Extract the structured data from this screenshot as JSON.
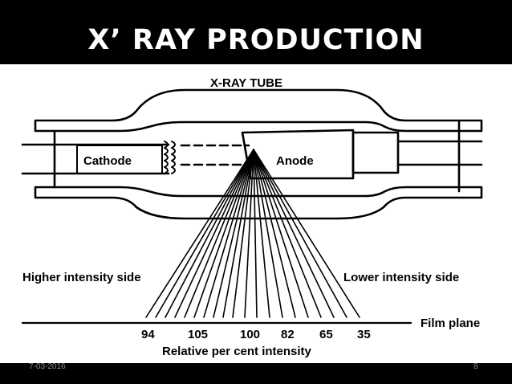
{
  "slide": {
    "title": "X’ RAY PRODUCTION",
    "date": "7-03-2016",
    "page_number": "8"
  },
  "diagram": {
    "tube_label": "X-RAY TUBE",
    "cathode_label": "Cathode",
    "anode_label": "Anode",
    "higher_side_label": "Higher intensity side",
    "lower_side_label": "Lower intensity side",
    "film_plane_label": "Film plane",
    "intensity_axis_label": "Relative per cent intensity",
    "intensity_values": [
      "94",
      "105",
      "100",
      "82",
      "65",
      "35"
    ]
  },
  "colors": {
    "ink": "#000000",
    "footer_text": "#8c8c8c",
    "background": "#ffffff"
  }
}
